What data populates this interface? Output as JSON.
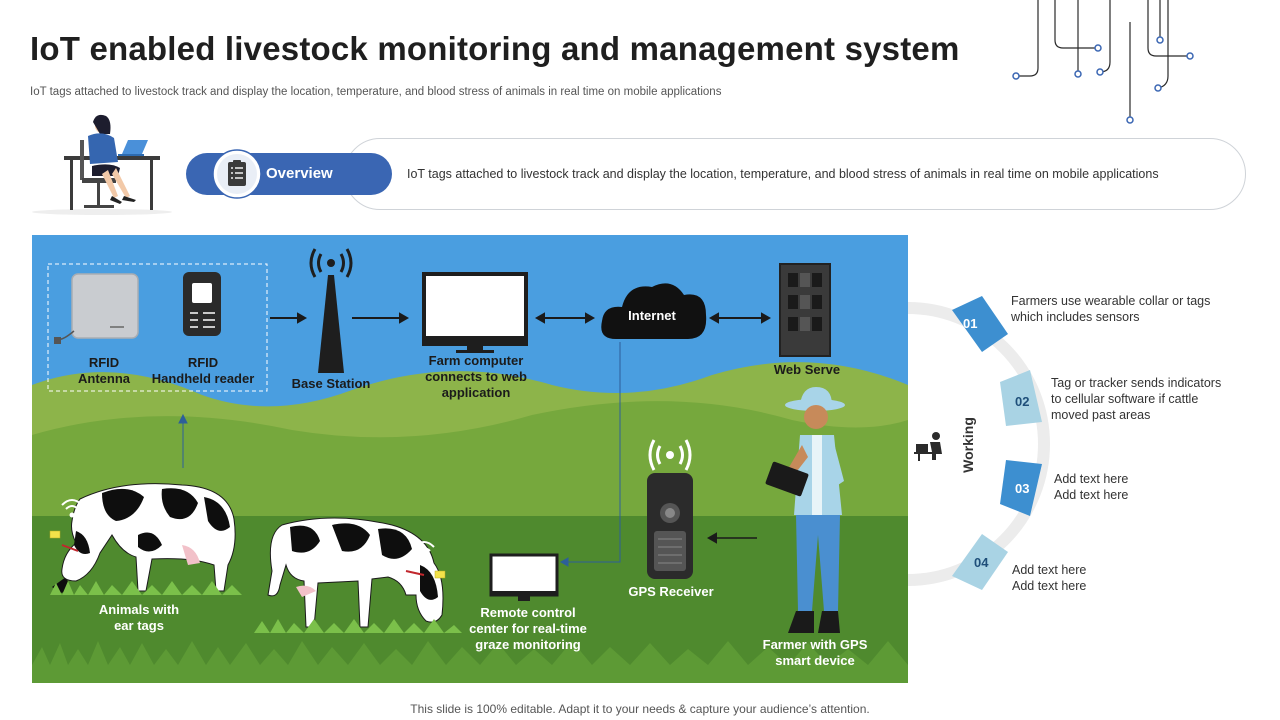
{
  "header": {
    "title": "IoT enabled livestock monitoring and management system",
    "subtitle": "IoT tags attached to livestock track and display the location, temperature, and blood stress of animals in real time on mobile applications"
  },
  "overview": {
    "label": "Overview",
    "text": "IoT tags attached to livestock track and display the location, temperature,  and blood stress of animals in real time on mobile applications"
  },
  "diagram": {
    "rfid_antenna": "RFID\nAntenna",
    "rfid_reader": "RFID\nHandheld reader",
    "base_station": "Base Station",
    "farm_computer": "Farm computer\nconnects to web\napplication",
    "internet": "Internet",
    "web_server": "Web Serve",
    "animals": "Animals with\near tags",
    "remote_control": "Remote control\ncenter for real-time\ngraze monitoring",
    "gps_receiver": "GPS Receiver",
    "farmer": "Farmer with GPS\nsmart device"
  },
  "working": {
    "label": "Working",
    "steps": [
      {
        "num": "01",
        "text": "Farmers use wearable  collar or tags\nwhich includes sensors"
      },
      {
        "num": "02",
        "text": "Tag or tracker sends indicators\nto cellular software  if cattle\nmoved past areas"
      },
      {
        "num": "03",
        "text": "Add text here\nAdd text here"
      },
      {
        "num": "04",
        "text": "Add text here\nAdd text here"
      }
    ]
  },
  "footer": {
    "text": "This slide is 100% editable. Adapt it to your needs & capture your audience’s attention."
  },
  "colors": {
    "accent_blue": "#3a66b3",
    "step_dark": "#3d8fd0",
    "step_light": "#a9d3e4",
    "sky": "#4a9ee0",
    "grass": "#4f8a2e"
  }
}
